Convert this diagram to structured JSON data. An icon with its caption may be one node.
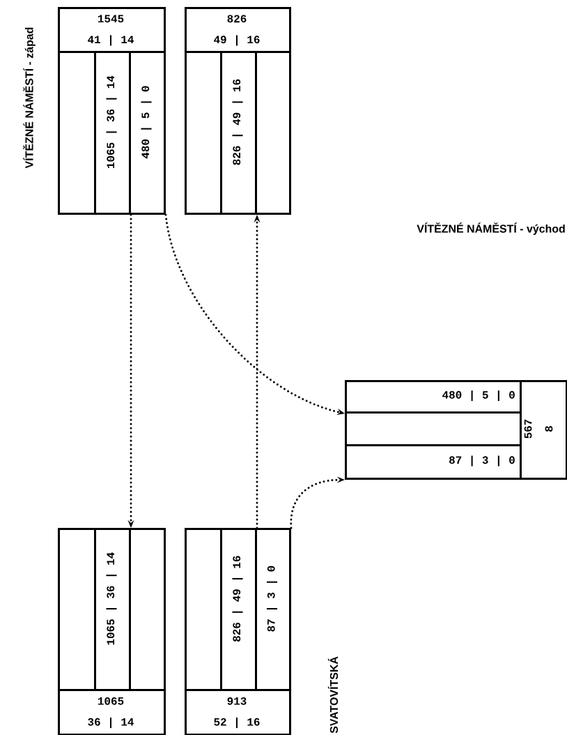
{
  "diagram": {
    "nodes": [
      {
        "text": [
          "1545",
          "41 | 14"
        ]
      },
      {
        "text": [],
        "shape": "box"
      },
      {
        "text": [
          "1065 | 36 | 14"
        ]
      },
      {
        "text": [
          "480 | 5 | 0"
        ]
      },
      {
        "text": [
          "826",
          "49 | 16"
        ]
      },
      {
        "text": [],
        "shape": "box"
      },
      {
        "text": [
          "826 | 49 | 16"
        ]
      },
      {
        "text": [],
        "shape": "box"
      },
      {
        "text": [
          "480 | 5 | 0"
        ]
      },
      {
        "text": [],
        "shape": "box"
      },
      {
        "text": [
          "87 | 3 | 0"
        ]
      },
      {
        "text": [
          "567",
          "8"
        ]
      },
      {
        "text": [],
        "shape": "box"
      },
      {
        "text": [
          "1065 | 36 | 14"
        ]
      },
      {
        "text": [],
        "shape": "box"
      },
      {
        "text": [
          "1065",
          "36 | 14"
        ]
      },
      {
        "text": [],
        "shape": "box"
      },
      {
        "text": [
          "826 | 49 | 16"
        ]
      },
      {
        "text": [
          "87 | 3 | 0"
        ]
      },
      {
        "text": [
          "913",
          "52 | 16"
        ]
      }
    ],
    "edges": [
      {
        "from": 2,
        "to": 13,
        "arrow": "to"
      },
      {
        "from": 3,
        "to": 8,
        "arrow": "to"
      },
      {
        "from": 17,
        "to": 6,
        "arrow": "to"
      },
      {
        "from": 18,
        "to": 10,
        "arrow": "to"
      }
    ],
    "labels": [
      "VÍTĚZNÉ NÁMĚSTÍ - západ",
      "VÍTĚZNÉ NÁMĚSTÍ - východ",
      "SVATOVÍTSKÁ"
    ]
  }
}
